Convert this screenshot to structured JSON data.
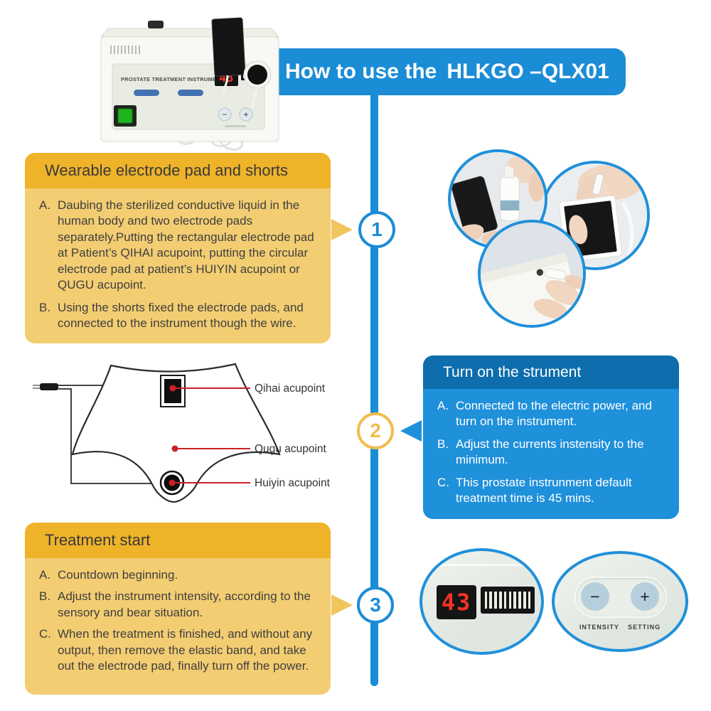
{
  "banner": {
    "prefix": "How to use the",
    "model": "HLKGO –QLX01"
  },
  "device": {
    "panel_label": "PROSTATE TREATMENT INSTRUMENT",
    "display_value": "43",
    "minus": "−",
    "plus": "+"
  },
  "steps": {
    "s1": "1",
    "s2": "2",
    "s3": "3"
  },
  "sections": {
    "wearable": {
      "title": "Wearable electrode pad and shorts",
      "items": [
        {
          "label": "A.",
          "text": "Daubing the sterilized conductive liquid in the human body and two electrode pads separately.Putting the rectangular electrode pad at Patient’s QIHAI acupoint, putting the circular electrode pad at patient’s HUIYIN acupoint or QUGU acupoint."
        },
        {
          "label": "B.",
          "text": "Using the shorts fixed the electrode pads, and connected to the instrument though the wire."
        }
      ]
    },
    "turn_on": {
      "title": "Turn on the strument",
      "items": [
        {
          "label": "A.",
          "text": "Connected to the electric power, and turn on the instrument."
        },
        {
          "label": "B.",
          "text": "Adjust the currents instensity to the minimum."
        },
        {
          "label": "C.",
          "text": "This prostate instrunment default treatment time is 45 mins."
        }
      ]
    },
    "treatment": {
      "title": "Treatment start",
      "items": [
        {
          "label": "A.",
          "text": "Countdown beginning."
        },
        {
          "label": "B.",
          "text": "Adjust the instrument intensity, according to the sensory and bear situation."
        },
        {
          "label": "C.",
          "text": "When the treatment is finished, and without any output, then remove the elastic band, and take out the electrode pad, finally turn off the power."
        }
      ]
    }
  },
  "diagram": {
    "qihai": "Qihai acupoint",
    "qugu": "Qugu acupoint",
    "huiyin": "Huiyin acupoint"
  },
  "closeup": {
    "display_value": "43",
    "minus": "−",
    "plus": "+",
    "setting_label": "INTENSITY SETTING"
  },
  "colors": {
    "accent_blue": "#1b8cd6",
    "deep_blue": "#0d6dad",
    "light_blue": "#1f90da",
    "header_yellow": "#efb32a",
    "body_yellow": "#f3cd72",
    "circle_yellow": "#f0bc4e",
    "accent_red": "#c82127",
    "display_red": "#f53322"
  }
}
